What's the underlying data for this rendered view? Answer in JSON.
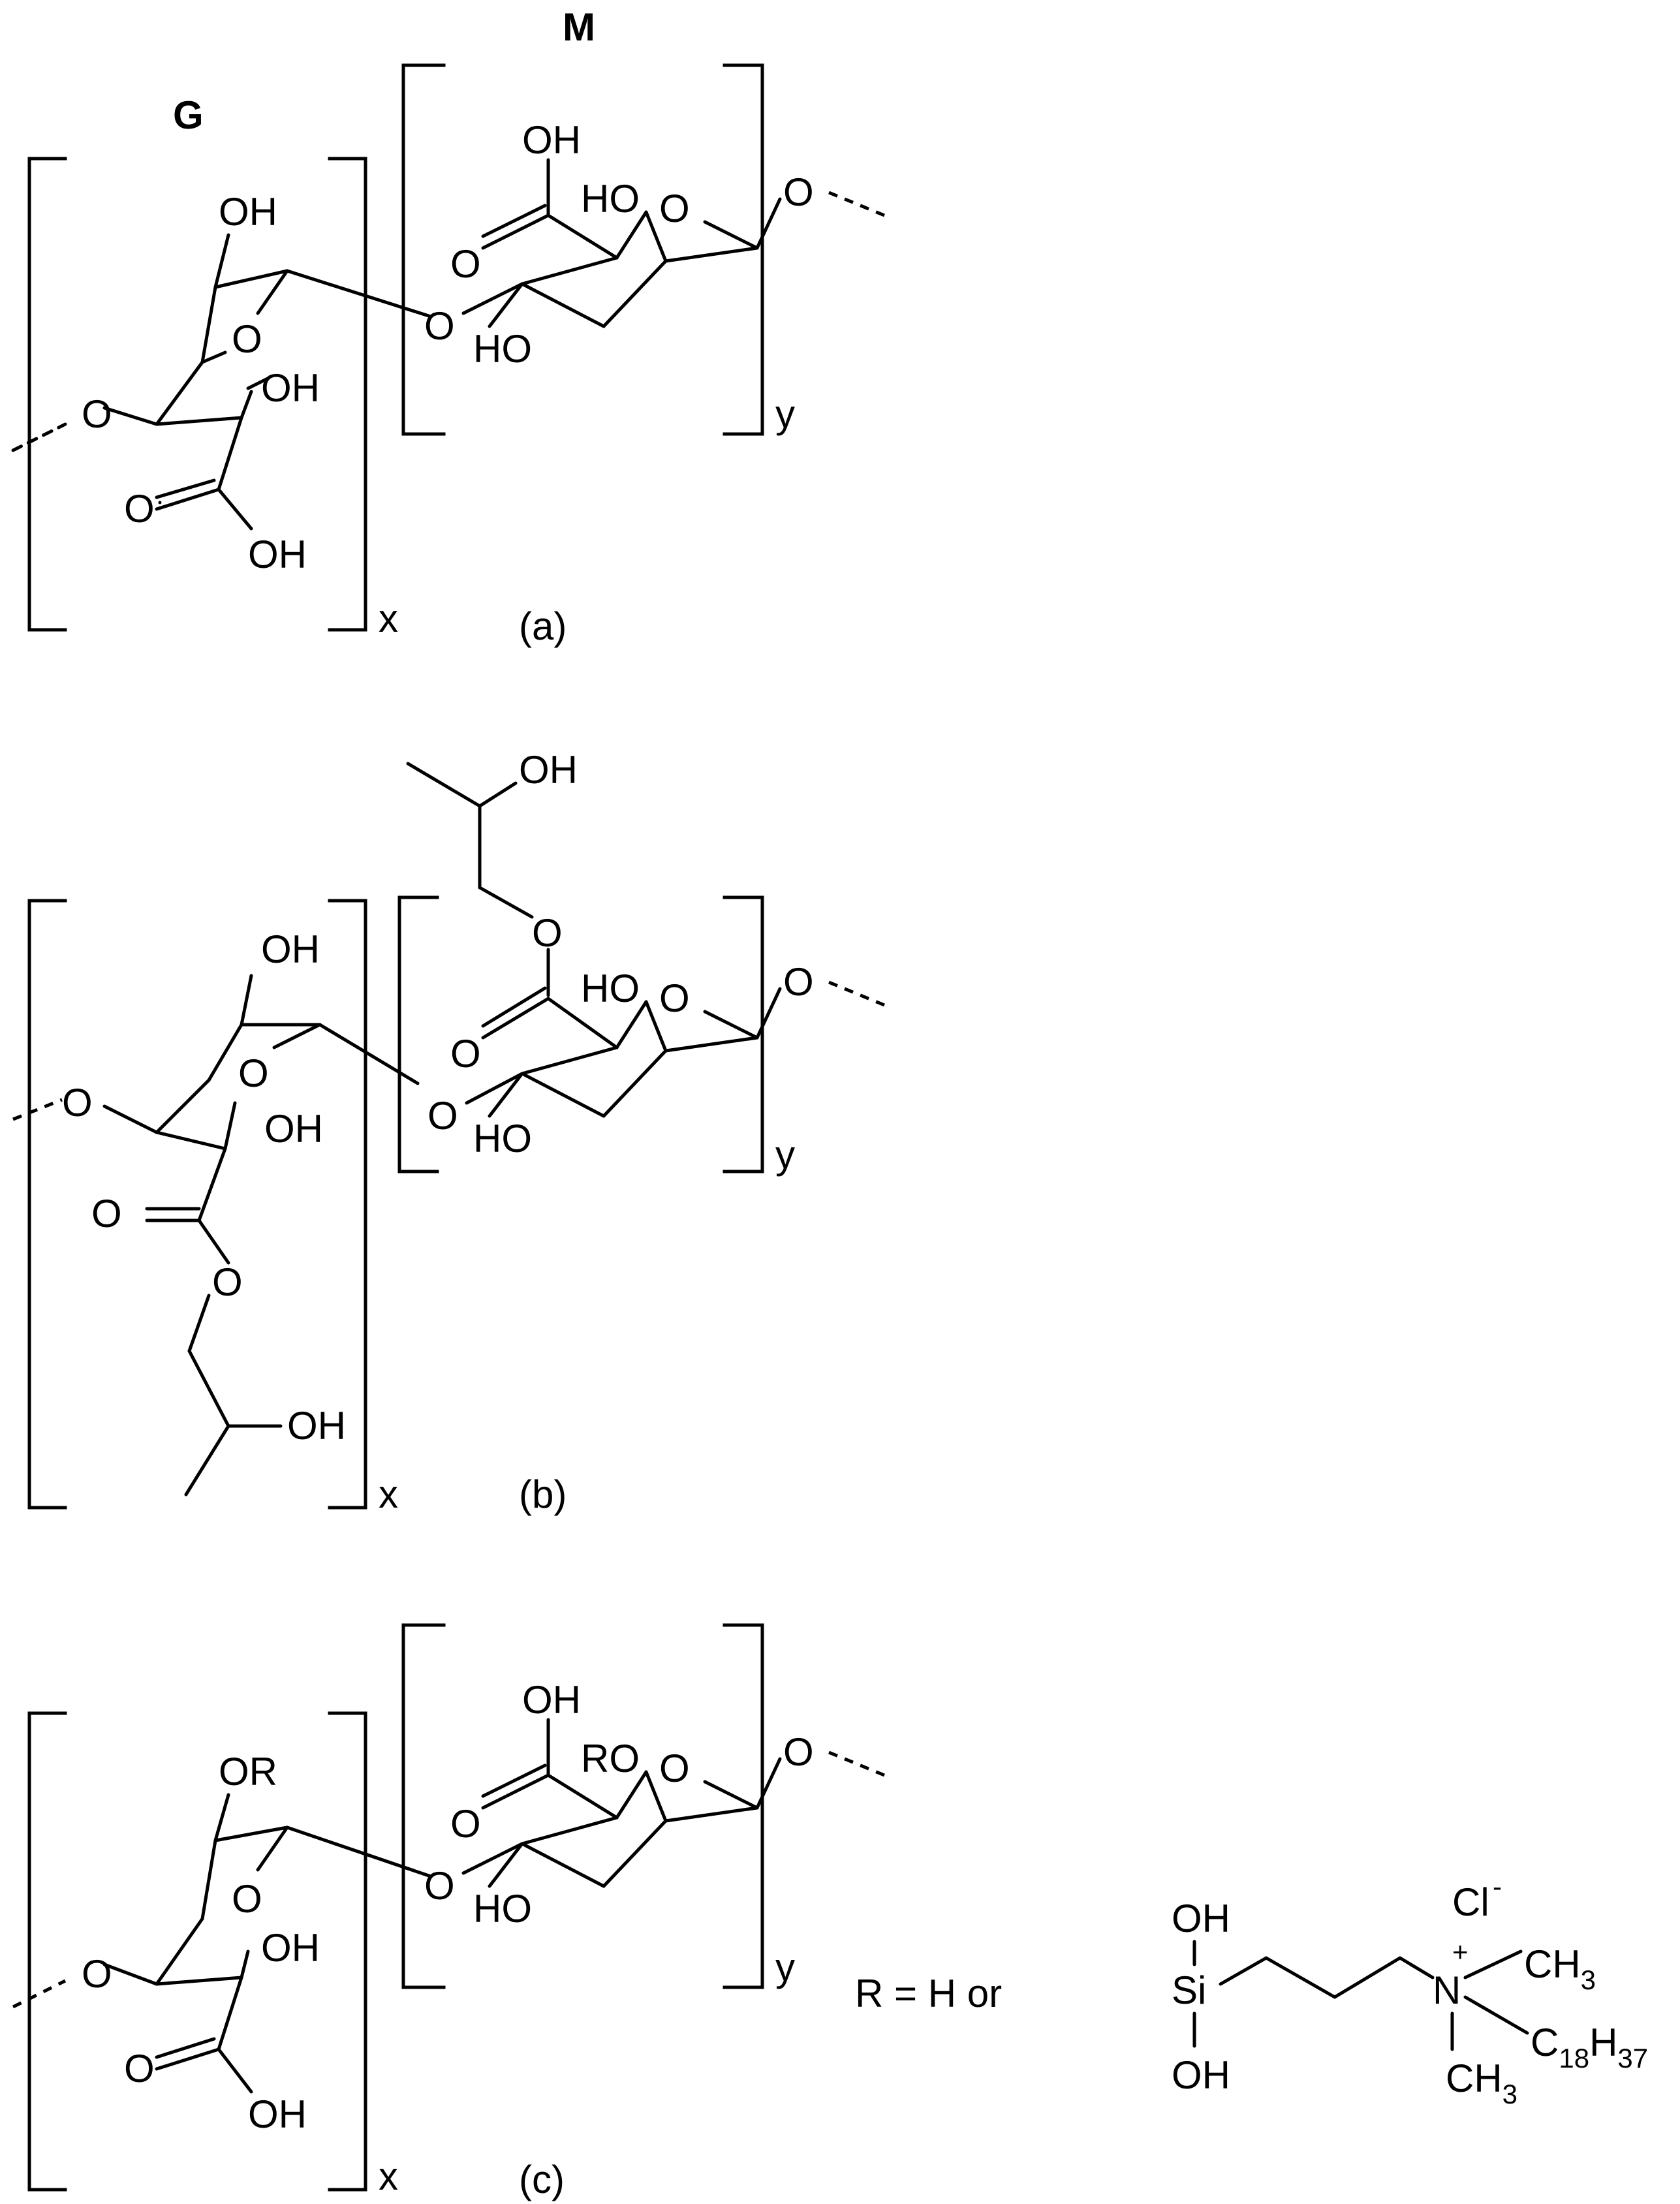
{
  "structure_a": {
    "label_g": "G",
    "label_m": "M",
    "oh": "OH",
    "ho": "HO",
    "o": "O",
    "repeat_x": "x",
    "repeat_y": "y",
    "caption": "(a)"
  },
  "structure_b": {
    "oh": "OH",
    "ho": "HO",
    "o": "O",
    "repeat_x": "x",
    "repeat_y": "y",
    "caption": "(b)"
  },
  "structure_c": {
    "or": "OR",
    "ro": "RO",
    "oh": "OH",
    "ho": "HO",
    "o": "O",
    "repeat_x": "x",
    "repeat_y": "y",
    "caption": "(c)",
    "r_definition": "R = H or",
    "silane": {
      "si": "Si",
      "oh": "OH",
      "n": "N",
      "charge_plus": "+",
      "chloride": "Cl",
      "charge_minus": "-",
      "ch": "CH",
      "three": "3",
      "c": "C",
      "eighteen": "18",
      "h": "H",
      "thirtyseven": "37"
    }
  }
}
